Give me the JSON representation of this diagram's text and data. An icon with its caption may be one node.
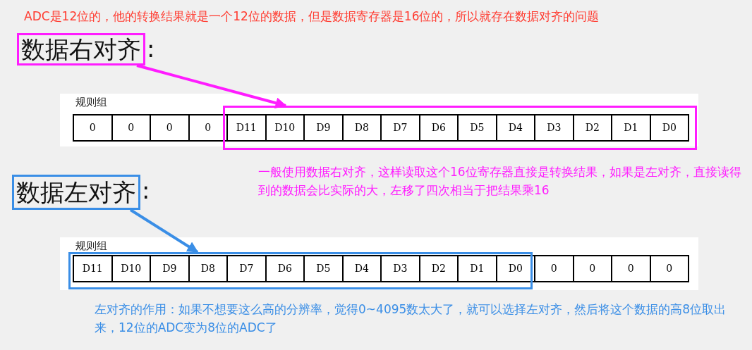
{
  "diagram": {
    "nodes": [
      {
        "text": [
          "数据右对齐"
        ],
        "beside": [
          ":"
        ]
      },
      {
        "text": [],
        "shape": "box"
      },
      {
        "text": [
          "数据左对齐"
        ],
        "beside": [
          ":"
        ]
      },
      {
        "text": [],
        "shape": "box"
      }
    ],
    "edges": [
      {
        "from": 0,
        "to": 1,
        "arrow": "to",
        "color": "#ff1cff"
      },
      {
        "from": 2,
        "to": 3,
        "arrow": "to",
        "color": "#3a8ee6"
      }
    ],
    "labels": [
      "ADC是12位的，他的转换结果就是一个12位的数据，但是数据寄存器是16位的，所以就存在数据对齐的问题",
      "规则组",
      "0",
      "0",
      "0",
      "0",
      "D11",
      "D10",
      "D9",
      "D8",
      "D7",
      "D6",
      "D5",
      "D4",
      "D3",
      "D2",
      "D1",
      "D0",
      "一般使用数据右对齐，这样读取这个16位寄存器直接是转换结果，如果是左对齐，直接读得到的数据会比实际的大，左移了四次相当于把结果乘16",
      "规则组",
      "D11",
      "D10",
      "D9",
      "D8",
      "D7",
      "D6",
      "D5",
      "D4",
      "D3",
      "D2",
      "D1",
      "D0",
      "0",
      "0",
      "0",
      "0",
      "左对齐的作用：如果不想要这么高的分辨率，觉得0~4095数太大了，就可以选择左对齐，然后将这个数据的高8位取出来，12位的ADC变为8位的ADC了"
    ]
  }
}
